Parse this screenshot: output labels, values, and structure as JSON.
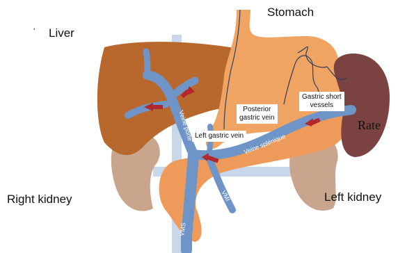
{
  "colors": {
    "liver": "#b8682c",
    "stomach": "#f0a464",
    "spleen": "#7a4240",
    "kidney": "#c9a58e",
    "pancreas": "#ee9a5a",
    "vein": "#6f95c8",
    "grid": "#c8d7ea",
    "arrow": "#b3262b"
  },
  "labels": {
    "liver": "Liver",
    "stomach": "Stomach",
    "spleen": "Rate",
    "right_kidney": "Right kidney",
    "left_kidney": "Left kidney"
  },
  "vessels": {
    "portal_vein": "Veine porte",
    "splenic_vein": "Veine splénique",
    "imv": "VMI",
    "smv": "VMS"
  },
  "callouts": {
    "left_gastric_vein": "Left gastric vein",
    "posterior_gastric_vein": "Posterior\ngastric vein",
    "gastric_short_vessels": "Gastric short\nvessels"
  },
  "mark": "'"
}
